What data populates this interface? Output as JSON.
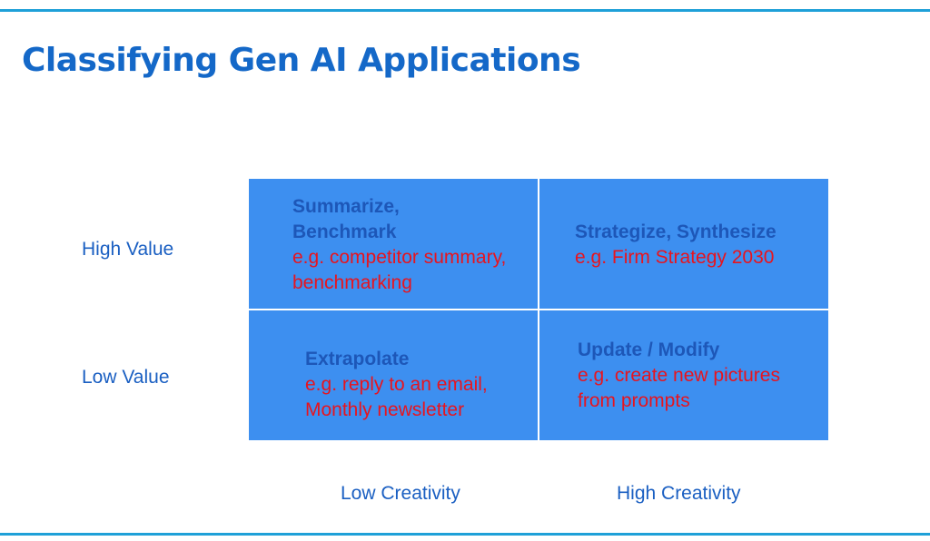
{
  "colors": {
    "rule": "#1ea0d8",
    "title": "#1468c8",
    "axis_label": "#1a5fc2",
    "cell_fill": "#3d8ff0",
    "cell_divider": "#ffffff",
    "heading_text": "#1d57b8",
    "example_text": "#e8141e"
  },
  "title": "Classifying Gen AI Applications",
  "rows": [
    "High Value",
    "Low Value"
  ],
  "columns": [
    "Low Creativity",
    "High Creativity"
  ],
  "quadrants": {
    "top_left": {
      "heading_lines": [
        "Summarize,",
        "Benchmark"
      ],
      "example_lines": [
        "e.g. competitor summary,",
        "benchmarking"
      ]
    },
    "top_right": {
      "heading_lines": [
        "Strategize, Synthesize"
      ],
      "example_lines": [
        "e.g. Firm Strategy 2030"
      ]
    },
    "bottom_left": {
      "heading_lines": [
        "Extrapolate"
      ],
      "example_lines": [
        "e.g. reply to an email,",
        "Monthly newsletter"
      ]
    },
    "bottom_right": {
      "heading_lines": [
        "Update / Modify"
      ],
      "example_lines": [
        "e.g. create new pictures",
        "from prompts"
      ]
    }
  }
}
